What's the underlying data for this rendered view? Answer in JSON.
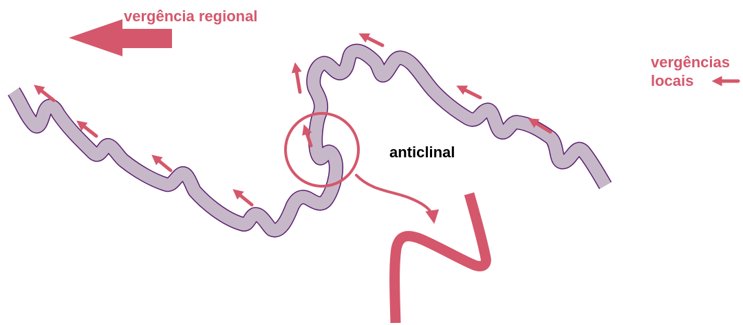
{
  "labels": {
    "regional_vergence": "vergência regional",
    "local_vergences_line1": "vergências",
    "local_vergences_line2": "locais",
    "anticline": "anticlinal"
  },
  "colors": {
    "accent": "#d5576b",
    "layer_fill": "#c7b8c9",
    "layer_outline": "#5a1e6e",
    "text_dark": "#000000",
    "background": "#ffffff"
  },
  "icons": {
    "regional_arrow": "large-left-arrow",
    "local_arrow": "small-up-left-arrow",
    "zoom_circle": "circle-outline",
    "zoom_pointer": "curved-arrow"
  }
}
